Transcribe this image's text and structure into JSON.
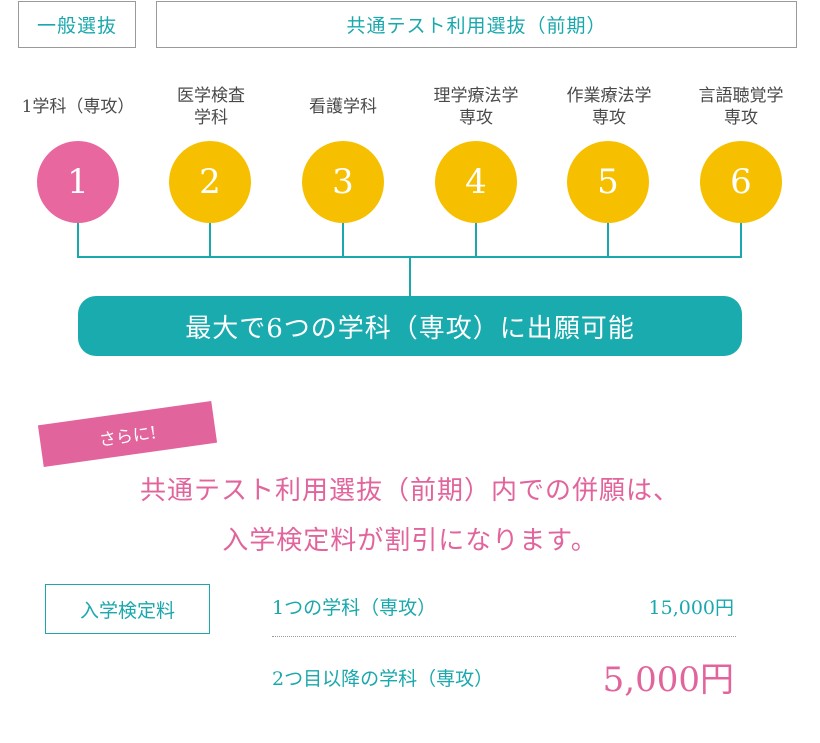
{
  "tabs": {
    "general": "一般選抜",
    "common_test": "共通テスト利用選抜（前期）"
  },
  "departments": [
    {
      "label": "1学科（専攻）",
      "number": "1",
      "color": "#e8679e"
    },
    {
      "label": "医学検査\n学科",
      "number": "2",
      "color": "#f6c000"
    },
    {
      "label": "看護学科",
      "number": "3",
      "color": "#f6c000"
    },
    {
      "label": "理学療法学\n専攻",
      "number": "4",
      "color": "#f6c000"
    },
    {
      "label": "作業療法学\n専攻",
      "number": "5",
      "color": "#f6c000"
    },
    {
      "label": "言語聴覚学\n専攻",
      "number": "6",
      "color": "#f6c000"
    }
  ],
  "summary_bar": "最大で6つの学科（専攻）に出願可能",
  "ribbon": "さらに!",
  "discount_message": {
    "line1": "共通テスト利用選抜（前期）内での併願は、",
    "line2": "入学検定料が割引になります。"
  },
  "fees": {
    "label": "入学検定料",
    "rows": [
      {
        "item": "1つの学科（専攻）",
        "price": "15,000円"
      },
      {
        "item": "2つ目以降の学科（専攻）",
        "price": "5,000円"
      }
    ]
  },
  "colors": {
    "teal": "#1aabaf",
    "pink": "#e2649c",
    "yellow": "#f6c000"
  }
}
